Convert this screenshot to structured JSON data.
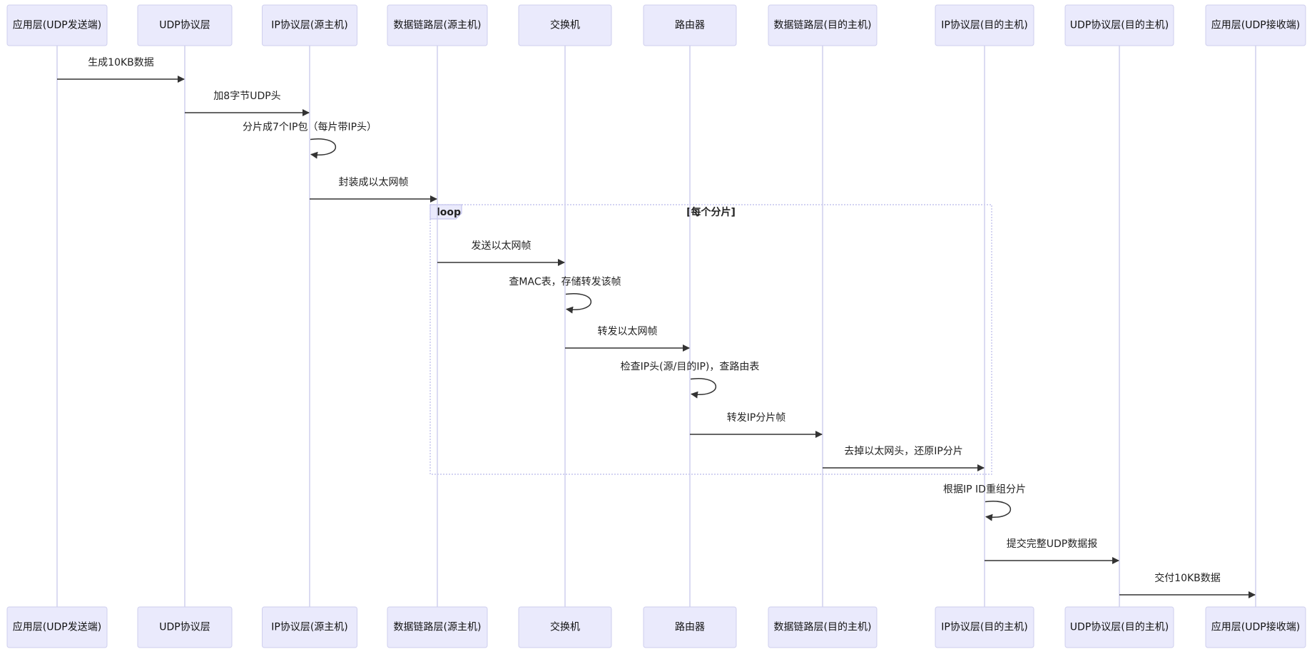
{
  "diagram": {
    "participants": [
      {
        "id": "app_send",
        "label": "应用层(UDP发送端)"
      },
      {
        "id": "udp_src",
        "label": "UDP协议层"
      },
      {
        "id": "ip_src",
        "label": "IP协议层(源主机)"
      },
      {
        "id": "dl_src",
        "label": "数据链路层(源主机)"
      },
      {
        "id": "switch",
        "label": "交换机"
      },
      {
        "id": "router",
        "label": "路由器"
      },
      {
        "id": "dl_dst",
        "label": "数据链路层(目的主机)"
      },
      {
        "id": "ip_dst",
        "label": "IP协议层(目的主机)"
      },
      {
        "id": "udp_dst",
        "label": "UDP协议层(目的主机)"
      },
      {
        "id": "app_recv",
        "label": "应用层(UDP接收端)"
      }
    ],
    "messages": [
      {
        "from": "app_send",
        "to": "udp_src",
        "label": "生成10KB数据"
      },
      {
        "from": "udp_src",
        "to": "ip_src",
        "label": "加8字节UDP头"
      },
      {
        "from": "ip_src",
        "to": "ip_src",
        "label": "分片成7个IP包（每片带IP头）"
      },
      {
        "from": "ip_src",
        "to": "dl_src",
        "label": "封装成以太网帧"
      },
      {
        "from": "dl_src",
        "to": "switch",
        "label": "发送以太网帧"
      },
      {
        "from": "switch",
        "to": "switch",
        "label": "查MAC表，存储转发该帧"
      },
      {
        "from": "switch",
        "to": "router",
        "label": "转发以太网帧"
      },
      {
        "from": "router",
        "to": "router",
        "label": "检查IP头(源/目的IP)，查路由表"
      },
      {
        "from": "router",
        "to": "dl_dst",
        "label": "转发IP分片帧"
      },
      {
        "from": "dl_dst",
        "to": "ip_dst",
        "label": "去掉以太网头，还原IP分片"
      },
      {
        "from": "ip_dst",
        "to": "ip_dst",
        "label": "根据IP ID重组分片"
      },
      {
        "from": "ip_dst",
        "to": "udp_dst",
        "label": "提交完整UDP数据报"
      },
      {
        "from": "udp_dst",
        "to": "app_recv",
        "label": "交付10KB数据"
      }
    ],
    "loop": {
      "label": "loop",
      "condition": "[每个分片]",
      "first_message": 4,
      "last_message": 9
    },
    "colors": {
      "actor_fill": "#eaeafc",
      "actor_stroke": "#cfcfee",
      "lifeline": "#cfcfee",
      "arrow": "#333333",
      "loop_frame": "#b9b9ea"
    }
  }
}
